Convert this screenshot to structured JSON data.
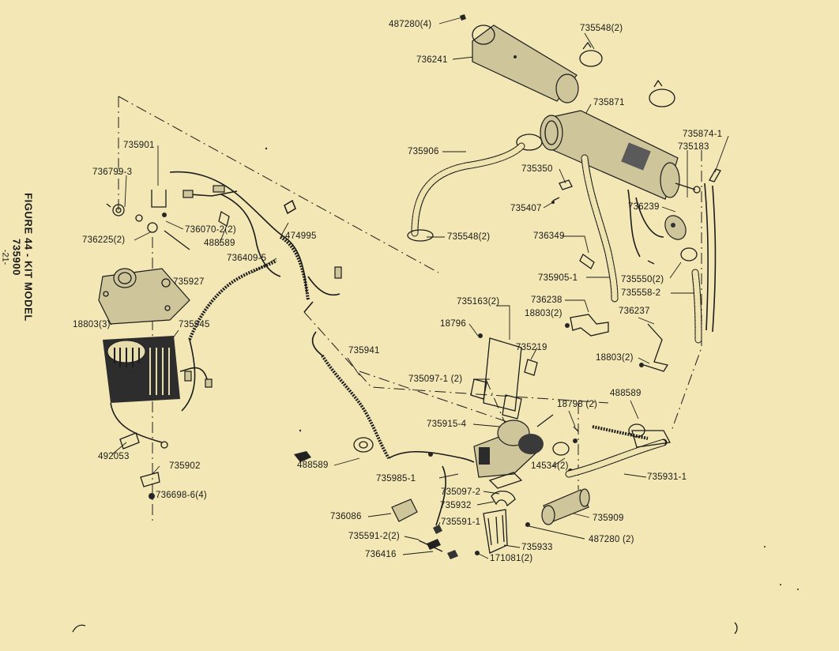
{
  "caption": {
    "title": "FIGURE 44 - KIT MODEL 735900",
    "page": "-21-"
  },
  "labels": [
    {
      "key": "l_487280_4",
      "text": "487280(4)"
    },
    {
      "key": "l_735548_2_top",
      "text": "735548(2)"
    },
    {
      "key": "l_736241",
      "text": "736241"
    },
    {
      "key": "l_735871",
      "text": "735871"
    },
    {
      "key": "l_735874_1",
      "text": "735874-1"
    },
    {
      "key": "l_735183",
      "text": "735183"
    },
    {
      "key": "l_735906",
      "text": "735906"
    },
    {
      "key": "l_735350",
      "text": "735350"
    },
    {
      "key": "l_736239",
      "text": "736239"
    },
    {
      "key": "l_735407",
      "text": "735407"
    },
    {
      "key": "l_735548_2_mid",
      "text": "735548(2)"
    },
    {
      "key": "l_736349",
      "text": "736349"
    },
    {
      "key": "l_735905_1",
      "text": "735905-1"
    },
    {
      "key": "l_735550_2",
      "text": "735550(2)"
    },
    {
      "key": "l_735558_2",
      "text": "735558-2"
    },
    {
      "key": "l_735901",
      "text": "735901"
    },
    {
      "key": "l_736799_3",
      "text": "736799-3"
    },
    {
      "key": "l_736070_2_2",
      "text": "736070-2(2)"
    },
    {
      "key": "l_474995",
      "text": "474995"
    },
    {
      "key": "l_736225_2",
      "text": "736225(2)"
    },
    {
      "key": "l_488589_top",
      "text": "488589"
    },
    {
      "key": "l_736409_5",
      "text": "736409-5"
    },
    {
      "key": "l_735927",
      "text": "735927"
    },
    {
      "key": "l_18803_3",
      "text": "18803(3)"
    },
    {
      "key": "l_735945",
      "text": "735945"
    },
    {
      "key": "l_735163_2",
      "text": "735163(2)"
    },
    {
      "key": "l_736238",
      "text": "736238"
    },
    {
      "key": "l_18803_2_a",
      "text": "18803(2)"
    },
    {
      "key": "l_736237",
      "text": "736237"
    },
    {
      "key": "l_18796",
      "text": "18796"
    },
    {
      "key": "l_735219",
      "text": "735219"
    },
    {
      "key": "l_18803_2_b",
      "text": "18803(2)"
    },
    {
      "key": "l_735941",
      "text": "735941"
    },
    {
      "key": "l_735097_1_2",
      "text": "735097-1 (2)"
    },
    {
      "key": "l_488589_right",
      "text": "488589"
    },
    {
      "key": "l_18798_2",
      "text": "18798 (2)"
    },
    {
      "key": "l_735915_4",
      "text": "735915-4"
    },
    {
      "key": "l_492053",
      "text": "492053"
    },
    {
      "key": "l_735902",
      "text": "735902"
    },
    {
      "key": "l_736698_6_4",
      "text": "736698-6(4)"
    },
    {
      "key": "l_488589_bottom",
      "text": "488589"
    },
    {
      "key": "l_14534_2",
      "text": "14534(2)"
    },
    {
      "key": "l_735985_1",
      "text": "735985-1"
    },
    {
      "key": "l_735931_1",
      "text": "735931-1"
    },
    {
      "key": "l_735097_2",
      "text": "735097-2"
    },
    {
      "key": "l_735932",
      "text": "735932"
    },
    {
      "key": "l_736086",
      "text": "736086"
    },
    {
      "key": "l_735909",
      "text": "735909"
    },
    {
      "key": "l_735591_1",
      "text": "735591-1"
    },
    {
      "key": "l_735591_2_2",
      "text": "735591-2(2)"
    },
    {
      "key": "l_487280_2",
      "text": "487280 (2)"
    },
    {
      "key": "l_735933",
      "text": "735933"
    },
    {
      "key": "l_736416",
      "text": "736416"
    },
    {
      "key": "l_171081_2",
      "text": "171081(2)"
    }
  ]
}
